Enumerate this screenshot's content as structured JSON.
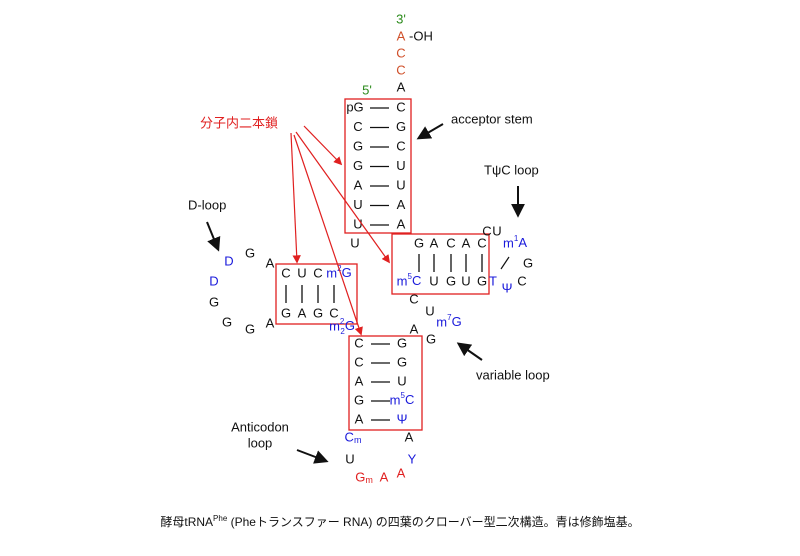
{
  "colors": {
    "black": "#111111",
    "blue": "#1a1adb",
    "red": "#e02020",
    "green": "#2a8a1a",
    "orange": "#d0502a"
  },
  "top_labels": {
    "three_prime": "3'",
    "a_oh": "A",
    "oh": "-OH",
    "c1": "C",
    "c2": "C",
    "a": "A",
    "five_prime": "5'"
  },
  "acceptor": {
    "left": [
      "pG",
      "C",
      "G",
      "G",
      "A",
      "U",
      "U"
    ],
    "right": [
      "C",
      "G",
      "C",
      "U",
      "U",
      "A",
      "A"
    ]
  },
  "t_arm": {
    "top": [
      "G",
      "A",
      "C",
      "A",
      "C"
    ],
    "bottom": [
      "m5C",
      "U",
      "G",
      "U",
      "G"
    ]
  },
  "d_arm": {
    "top": [
      "C",
      "U",
      "C",
      "m2G"
    ],
    "bottom": [
      "G",
      "A",
      "G",
      "C"
    ]
  },
  "anticodon_stem": {
    "left": [
      "C",
      "C",
      "A",
      "G",
      "A"
    ],
    "right": [
      "G",
      "G",
      "U",
      "m5C",
      "Ψ"
    ]
  },
  "modified_labels": {
    "m1a": "m1A",
    "m5c_t": "m5C",
    "t": "T",
    "psi": "Ψ",
    "m2g_d": "m2G",
    "m22g": "m22G",
    "m7g": "m7G",
    "m5c_ac": "m5C",
    "psi_ac": "Ψ",
    "cm": "Cm",
    "gm": "Gm",
    "y": "Y",
    "d1": "D",
    "d2": "D"
  },
  "loop_nts": {
    "u_junction": "U",
    "c_tloop": "C",
    "u_tloop": "U",
    "g_tloop": "G",
    "c_tloop2": "C",
    "a_var": "A",
    "g_var": "G",
    "c_var": "C",
    "u_var": "U",
    "g_d1": "G",
    "a_d": "A",
    "g_d2": "G",
    "g_d3": "G",
    "g_d4": "G",
    "a_d2": "A",
    "a_ac1": "A",
    "u_ac": "U",
    "a_ac2": "A",
    "a_ac3": "A"
  },
  "annotations": {
    "bunshinai": "分子内二本鎖",
    "acceptor_stem": "acceptor stem",
    "tpsic_loop": "TψC loop",
    "d_loop": "D-loop",
    "variable_loop": "variable loop",
    "anticodon_loop_line1": "Anticodon",
    "anticodon_loop_line2": "loop"
  },
  "caption": {
    "part1": "酵母tRNA",
    "sup": "Phe",
    "part2": " (Pheトランスファー RNA) の四葉のクローバー型二次構造。青は修飾塩基。"
  }
}
